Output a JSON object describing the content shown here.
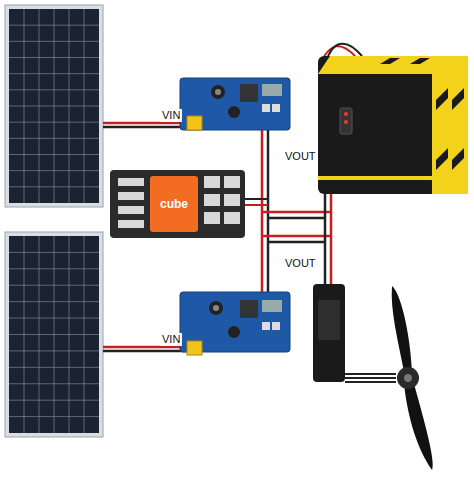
{
  "diagram": {
    "nodes": [
      {
        "text": [
          "cube"
        ]
      }
    ],
    "labels": [
      "VIN",
      "VOUT",
      "VOUT",
      "VIN"
    ]
  }
}
